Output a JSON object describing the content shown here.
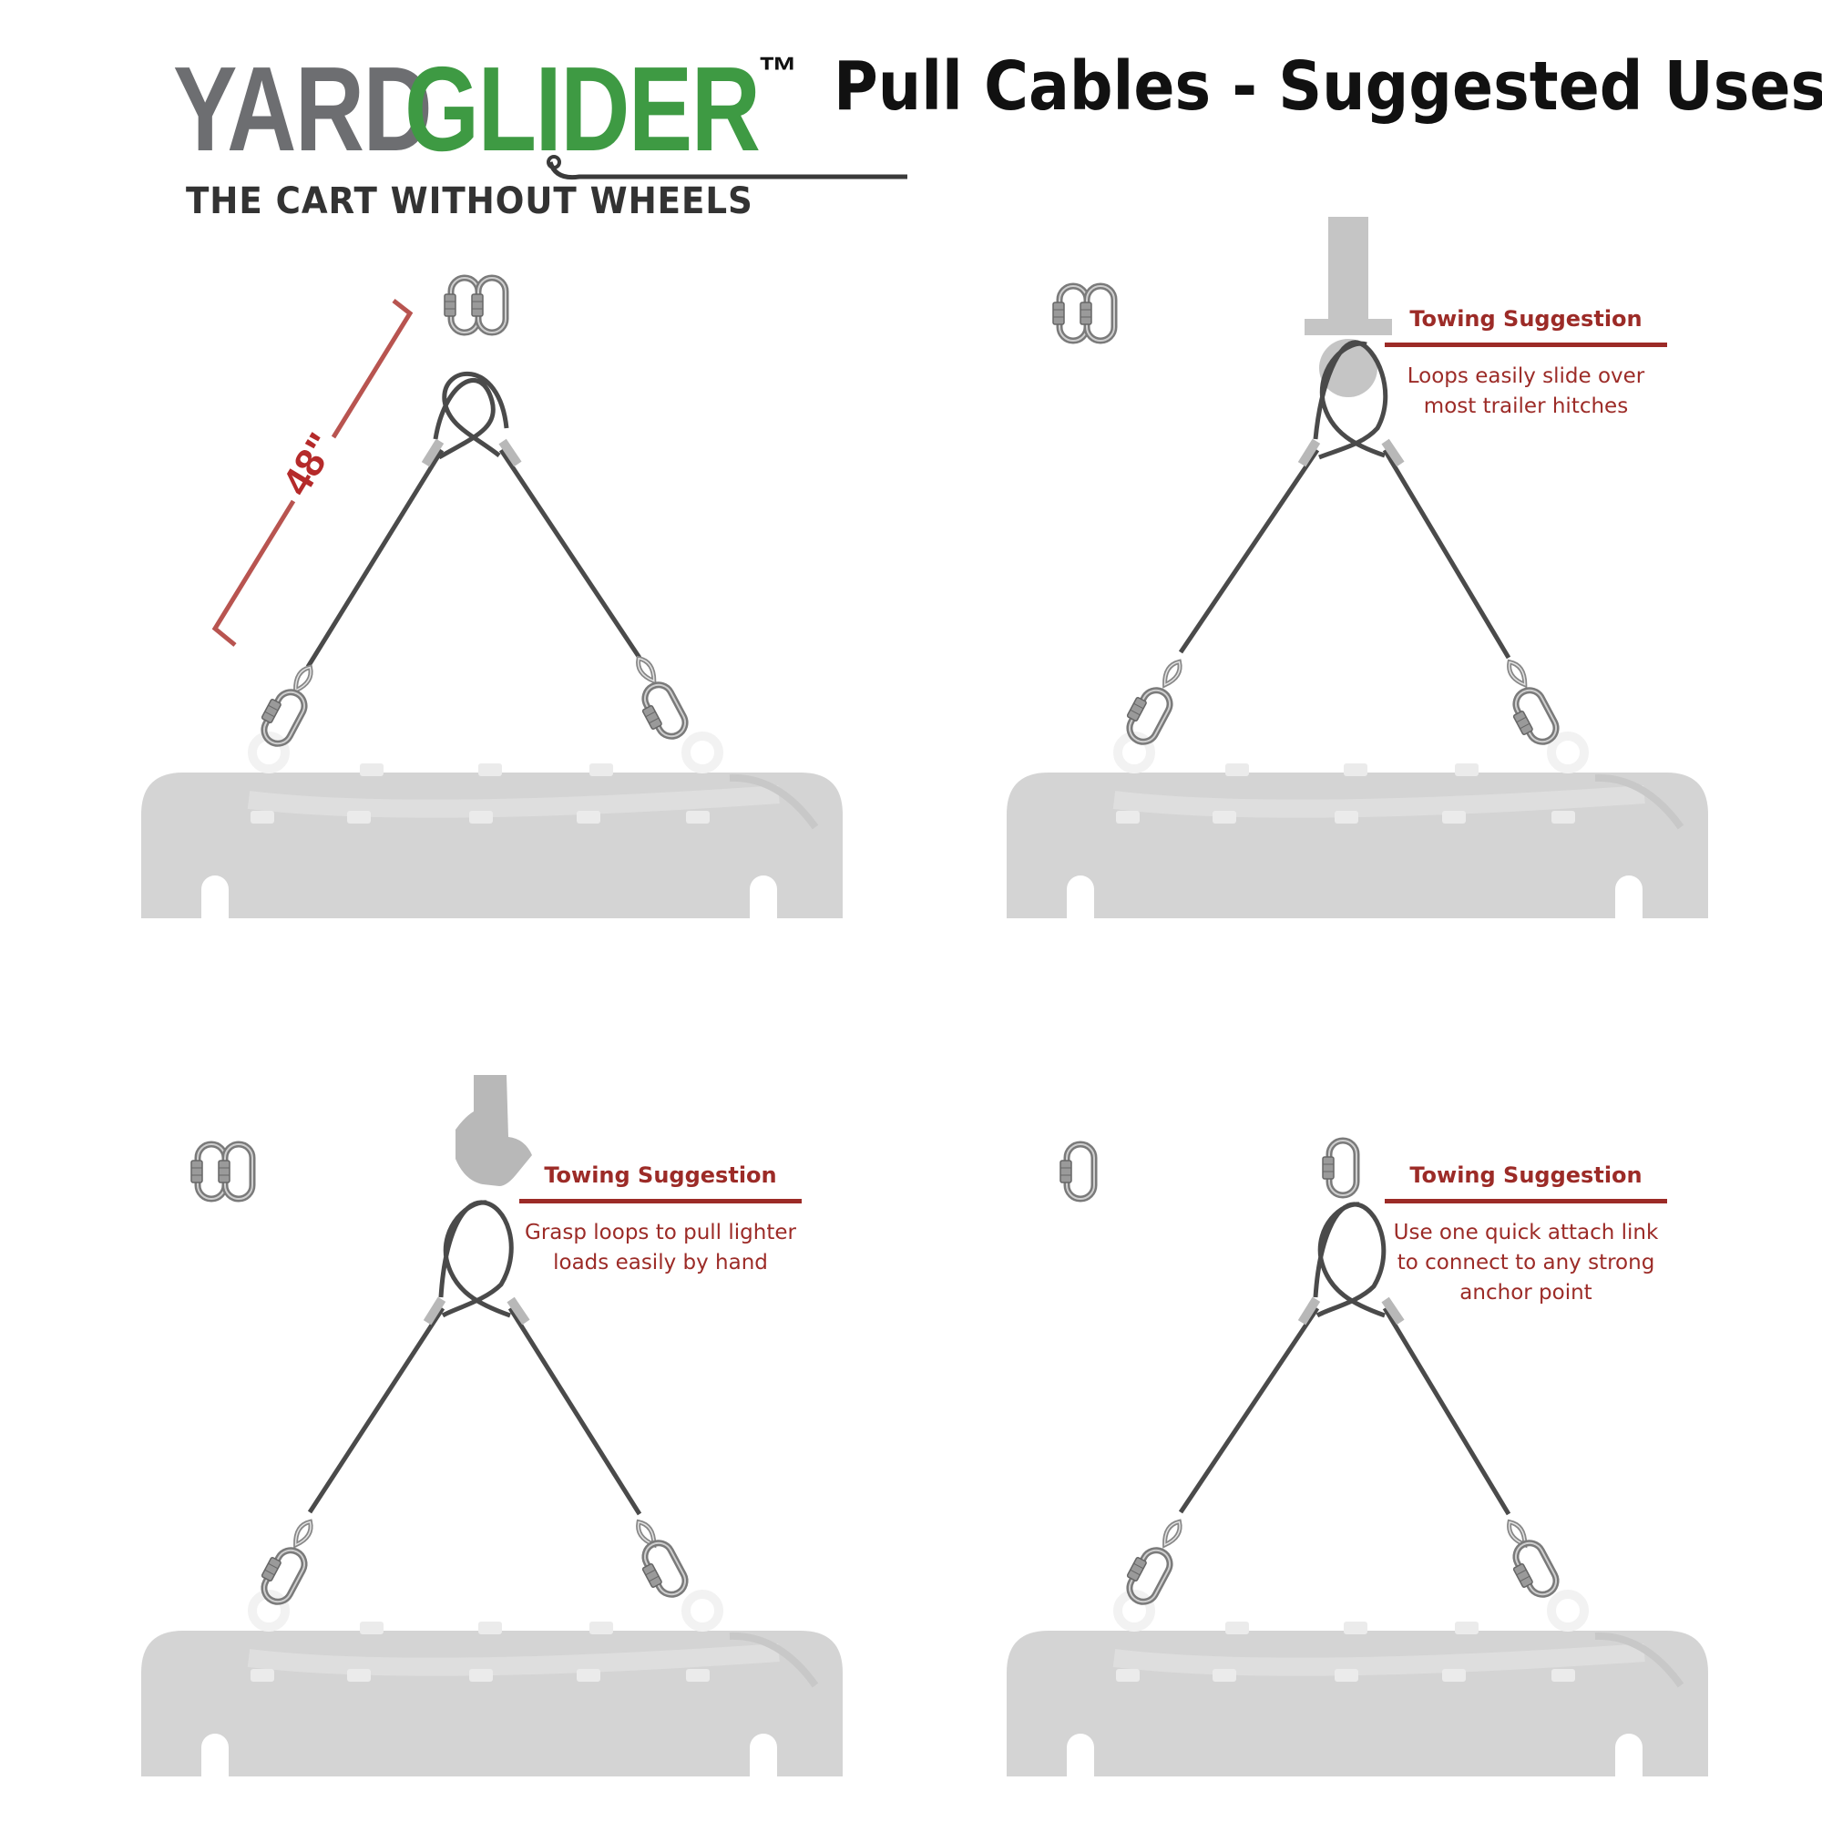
{
  "logo": {
    "brand_part1": "YARD",
    "brand_part2": "GLIDER",
    "trademark": "™",
    "tagline": "THE CART WITHOUT WHEELS"
  },
  "title": "Pull Cables - Suggested Uses",
  "measurement": {
    "label": "48\""
  },
  "callouts": [
    {
      "title": "Towing Suggestion",
      "text": "Loops easily slide over most trailer hitches"
    },
    {
      "title": "Towing Suggestion",
      "text": "Grasp loops to pull lighter loads easily by hand"
    },
    {
      "title": "Towing Suggestion",
      "text": "Use one quick attach link to connect to any strong anchor point"
    }
  ],
  "colors": {
    "brand_gray": "#6d6e71",
    "brand_green": "#3e9a43",
    "accent_red": "#9c2b27",
    "cart_gray": "#d2d2d2",
    "cable": "#4a4a4a"
  }
}
